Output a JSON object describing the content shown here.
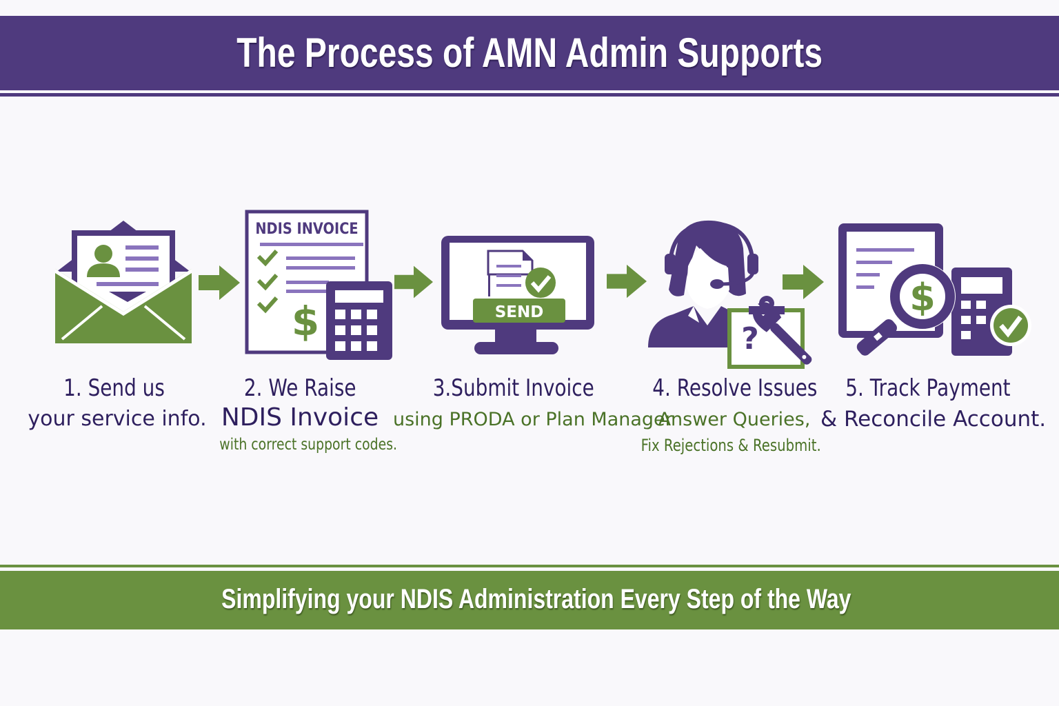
{
  "header": {
    "title": "The Process of AMN Admin Supports"
  },
  "colors": {
    "purple": "#4f3a7e",
    "dark_purple_text": "#2e1f5e",
    "light_purple": "#8a74bd",
    "green": "#6a9140",
    "green_text": "#4a7227",
    "background": "#f9f8fb"
  },
  "steps": [
    {
      "icon": "envelope-profile-icon",
      "line1": "1. Send us",
      "line2": "your service info.",
      "line2_style": "purple",
      "line3": ""
    },
    {
      "icon": "invoice-calculator-icon",
      "icon_text": "NDIS INVOICE",
      "line1": "2. We Raise",
      "line2": "NDIS Invoice",
      "line2_style": "purple",
      "line3": "with correct support codes."
    },
    {
      "icon": "monitor-send-icon",
      "icon_text": "SEND",
      "line1": "3.Submit Invoice",
      "line2": "using PRODA or Plan Manager",
      "line2_style": "green",
      "line3": ""
    },
    {
      "icon": "support-agent-icon",
      "line1": "4. Resolve Issues",
      "line2": "Answer Queries,",
      "line2_style": "green",
      "line3": "Fix Rejections & Resubmit."
    },
    {
      "icon": "payment-tracking-icon",
      "line1": "5. Track Payment",
      "line2": "& Reconcile Account.",
      "line2_style": "purple",
      "line3": ""
    }
  ],
  "footer": {
    "tagline": "Simplifying your NDIS Administration Every Step of the Way"
  }
}
